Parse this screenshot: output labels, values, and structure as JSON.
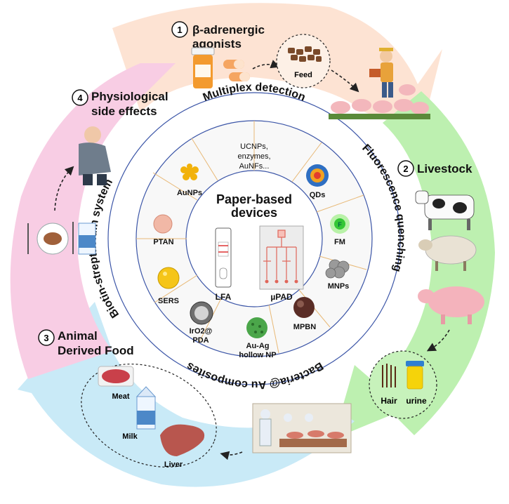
{
  "center": {
    "title_line1": "Paper-based",
    "title_line2": "devices",
    "lfa": "LFA",
    "upad": "µPAD"
  },
  "ring_titles": {
    "top": "Multiplex detection",
    "right": "Fluorescence quenching",
    "bottom": "Bacteria@ Au composites",
    "left": "Biotin-streptavidin system"
  },
  "materials": {
    "ucnps": [
      "UCNPs,",
      "enzymes,",
      "AuNFs..."
    ],
    "qds": "QDs",
    "fm": "FM",
    "fm_letter": "F",
    "mnps": "MNPs",
    "mpbn": "MPBN",
    "auag": [
      "Au-Ag",
      "hollow NP"
    ],
    "iro2": [
      "IrO2@",
      "PDA"
    ],
    "sers": "SERS",
    "ptan": "PTAN",
    "aunps": "AuNPs"
  },
  "sections": {
    "s1": {
      "num": "1",
      "title_line1": "β-adrenergic",
      "title_line2": "agonists",
      "feed": "Feed"
    },
    "s2": {
      "num": "2",
      "title": "Livestock",
      "hair": "Hair",
      "urine": "urine"
    },
    "s3": {
      "num": "3",
      "title_line1": "Animal",
      "title_line2": "Derived Food",
      "meat": "Meat",
      "milk": "Milk",
      "liver": "Liver"
    },
    "s4": {
      "num": "4",
      "title_line1": "Physiological",
      "title_line2": "side effects"
    }
  },
  "colors": {
    "peach": "#fde3d3",
    "green": "#bdf0b0",
    "blue": "#c9eaf7",
    "pink": "#f8cde4",
    "inner_ring": "#f8f8f8",
    "ring_line": "#3b55a7",
    "divider": "#e8b977"
  }
}
